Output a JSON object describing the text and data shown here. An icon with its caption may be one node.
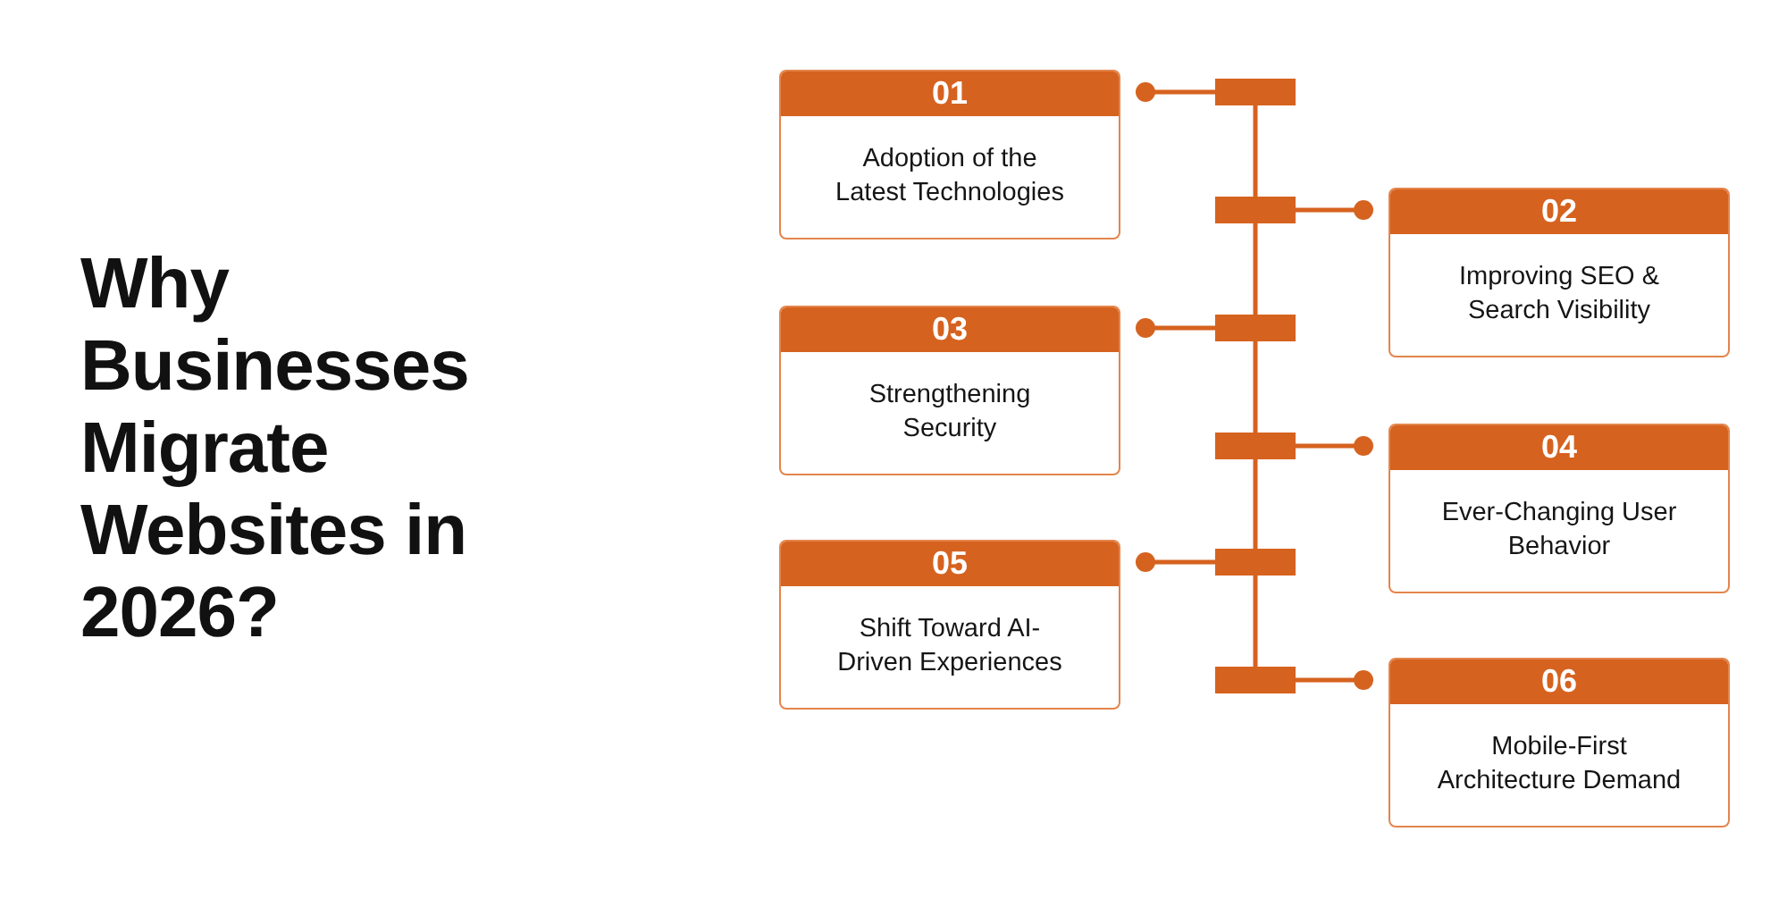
{
  "diagram": {
    "title": "Why Businesses Migrate Websites in 2026?",
    "nodes": [
      {
        "text": [
          "01",
          "Adoption of the Latest Technologies"
        ]
      },
      {
        "text": [
          "02",
          "Improving SEO & Search Visibility"
        ]
      },
      {
        "text": [
          "03",
          "Strengthening Security"
        ]
      },
      {
        "text": [
          "04",
          "Ever-Changing User Behavior"
        ]
      },
      {
        "text": [
          "05",
          "Shift Toward AI-Driven Experiences"
        ]
      },
      {
        "text": [
          "06",
          "Mobile-First Architecture Demand"
        ]
      },
      {
        "text": [],
        "shape": "bar"
      },
      {
        "text": [],
        "shape": "bar"
      },
      {
        "text": [],
        "shape": "bar"
      },
      {
        "text": [],
        "shape": "bar"
      },
      {
        "text": [],
        "shape": "bar"
      },
      {
        "text": [],
        "shape": "bar"
      }
    ],
    "edges": [
      {
        "from": 6,
        "to": 0,
        "arrow": "other"
      },
      {
        "from": 7,
        "to": 1,
        "arrow": "other"
      },
      {
        "from": 8,
        "to": 2,
        "arrow": "other"
      },
      {
        "from": 9,
        "to": 3,
        "arrow": "other"
      },
      {
        "from": 10,
        "to": 4,
        "arrow": "other"
      },
      {
        "from": 11,
        "to": 5,
        "arrow": "other"
      },
      {
        "from": 6,
        "to": 7,
        "arrow": "none"
      },
      {
        "from": 7,
        "to": 8,
        "arrow": "none"
      },
      {
        "from": 8,
        "to": 9,
        "arrow": "none"
      },
      {
        "from": 9,
        "to": 10,
        "arrow": "none"
      },
      {
        "from": 10,
        "to": 11,
        "arrow": "none"
      }
    ]
  }
}
